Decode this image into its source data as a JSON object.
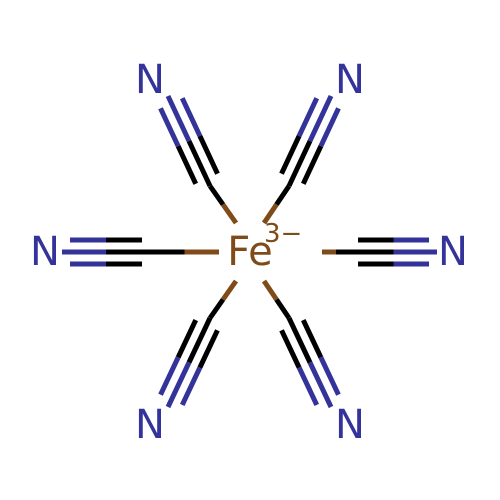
{
  "molecule": {
    "center": {
      "symbol": "Fe",
      "charge": "3−",
      "color": "#7F4C19"
    },
    "colors": {
      "carbon_bond": "#000000",
      "nitrogen": "#33339A",
      "iron": "#7F4C19"
    },
    "ligands": [
      {
        "name": "cyano-upper-left",
        "terminal": "N"
      },
      {
        "name": "cyano-upper-right",
        "terminal": "N"
      },
      {
        "name": "cyano-left",
        "terminal": "N"
      },
      {
        "name": "cyano-right",
        "terminal": "N"
      },
      {
        "name": "cyano-lower-left",
        "terminal": "N"
      },
      {
        "name": "cyano-lower-right",
        "terminal": "N"
      }
    ]
  }
}
